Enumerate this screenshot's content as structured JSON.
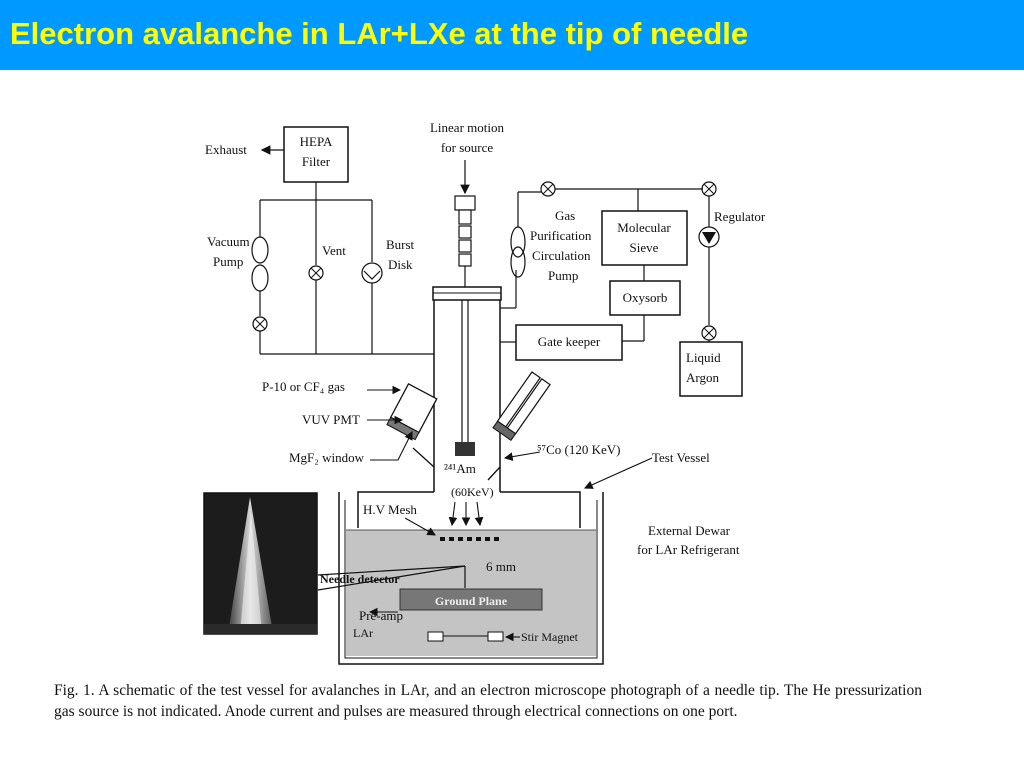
{
  "slide": {
    "title": "Electron avalanche in LAr+LXe at the tip of needle",
    "title_bar_color": "#0099ff",
    "title_color": "#ffff00"
  },
  "diagram": {
    "labels": {
      "exhaust": "Exhaust",
      "hepa_line1": "HEPA",
      "hepa_line2": "Filter",
      "linear_motion_line1": "Linear motion",
      "linear_motion_line2": "for source",
      "vacuum_line1": "Vacuum",
      "vacuum_line2": "Pump",
      "vent": "Vent",
      "burst_line1": "Burst",
      "burst_line2": "Disk",
      "gas_line1": "Gas",
      "gas_line2": "Purification",
      "gas_line3": "Circulation",
      "gas_line4": "Pump",
      "molecular_line1": "Molecular",
      "molecular_line2": "Sieve",
      "regulator": "Regulator",
      "oxysorb": "Oxysorb",
      "gate_keeper": "Gate keeper",
      "liquid_line1": "Liquid",
      "liquid_line2": "Argon",
      "p10_gas": "P-10 or CF₄ gas",
      "vuv_pmt": "VUV PMT",
      "mgf2_window": "MgF₂ window",
      "am_source": "²⁴¹Am",
      "am_energy": "(60KeV)",
      "co_source": "⁵⁷Co (120 KeV)",
      "test_vessel": "Test Vessel",
      "hv_mesh": "H.V Mesh",
      "six_mm": "6 mm",
      "external_line1": "External Dewar",
      "external_line2": "for LAr Refrigerant",
      "needle_detector": "Needle detector",
      "ground_plane": "Ground Plane",
      "pre_amp": "Pre-amp",
      "lar": "LAr",
      "stir_magnet": "Stir Magnet"
    }
  },
  "caption": {
    "text": "Fig. 1. A schematic of the test vessel for avalanches in LAr, and an electron microscope photograph of a needle tip. The He pressurization gas source is not indicated. Anode current and pulses are measured through electrical connections on one port."
  }
}
